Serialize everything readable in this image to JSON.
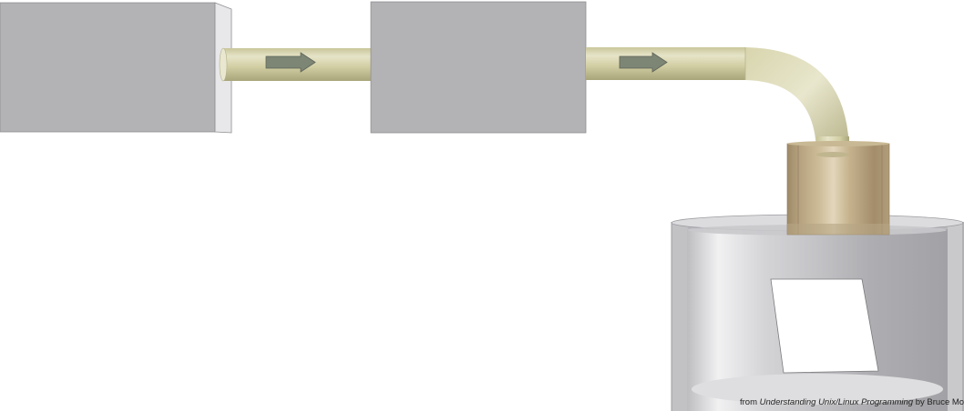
{
  "caption": {
    "prefix": "from ",
    "book_title": "Understanding Unix/Linux Programming",
    "suffix": " by Bruce Molay"
  },
  "colors": {
    "box_face": "#b3b3b6",
    "box_side": "#e6e6e8",
    "pipe_light": "#e4e2c4",
    "pipe_mid": "#cfcc9f",
    "pipe_dark": "#a8a47a",
    "arrow": "#7d8575",
    "sleeve": "#a58f6e",
    "sleeve_light": "#ddd0b3",
    "tank_wall": "#c6c6c9",
    "tank_rim": "#dcdcdf",
    "paper": "#ffffff"
  },
  "diagram": {
    "boxes": [
      "box-1",
      "box-2"
    ],
    "pipes": [
      "pipe-1",
      "pipe-2"
    ],
    "flow_arrows": 2,
    "sink": "tank-with-file"
  }
}
